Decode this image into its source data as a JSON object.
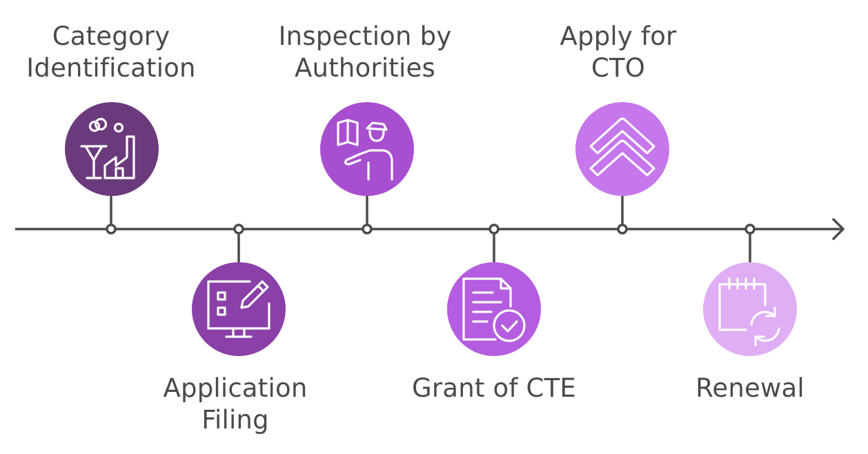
{
  "diagram": {
    "steps": [
      {
        "lines": [
          "Category",
          "Identification"
        ],
        "color": "#6b3a7c",
        "icon": "factory-icon"
      },
      {
        "lines": [
          "Application",
          "Filing"
        ],
        "color": "#8a40a8",
        "icon": "computer-form-icon"
      },
      {
        "lines": [
          "Inspection by",
          "Authorities"
        ],
        "color": "#a84fd1",
        "icon": "inspector-icon"
      },
      {
        "lines": [
          "Grant of CTE"
        ],
        "color": "#b45de0",
        "icon": "document-check-icon"
      },
      {
        "lines": [
          "Apply for",
          "CTO"
        ],
        "color": "#c777ec",
        "icon": "double-chevron-up-icon"
      },
      {
        "lines": [
          "Renewal"
        ],
        "color": "#dfaef4",
        "icon": "calendar-renew-icon"
      }
    ],
    "axis_color": "#4a4a4a"
  }
}
